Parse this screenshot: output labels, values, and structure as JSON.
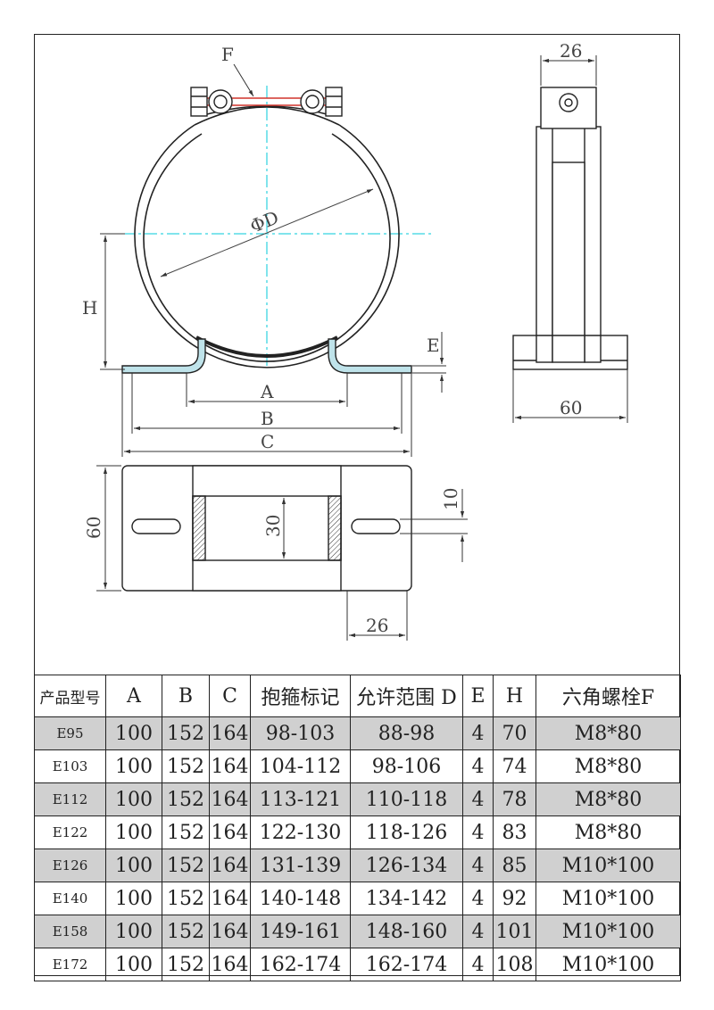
{
  "drawing": {
    "labels": {
      "F": "F",
      "phi_d": "ΦD",
      "H": "H",
      "E": "E",
      "A": "A",
      "B": "B",
      "C": "C",
      "side_top_width": "26",
      "side_bottom_width": "60",
      "plan_height": "60",
      "plan_slot_width": "30",
      "plan_hole": "10",
      "plan_flange": "26"
    }
  },
  "table": {
    "headers": [
      "产品型号",
      "A",
      "B",
      "C",
      "抱箍标记",
      "允许范围 D",
      "E",
      "H",
      "六角螺栓F"
    ],
    "rows": [
      {
        "model": "E95",
        "A": "100",
        "B": "152",
        "C": "164",
        "mark": "98-103",
        "range": "88-98",
        "E": "4",
        "H": "70",
        "F": "M8*80"
      },
      {
        "model": "E103",
        "A": "100",
        "B": "152",
        "C": "164",
        "mark": "104-112",
        "range": "98-106",
        "E": "4",
        "H": "74",
        "F": "M8*80"
      },
      {
        "model": "E112",
        "A": "100",
        "B": "152",
        "C": "164",
        "mark": "113-121",
        "range": "110-118",
        "E": "4",
        "H": "78",
        "F": "M8*80"
      },
      {
        "model": "E122",
        "A": "100",
        "B": "152",
        "C": "164",
        "mark": "122-130",
        "range": "118-126",
        "E": "4",
        "H": "83",
        "F": "M8*80"
      },
      {
        "model": "E126",
        "A": "100",
        "B": "152",
        "C": "164",
        "mark": "131-139",
        "range": "126-134",
        "E": "4",
        "H": "85",
        "F": "M10*100"
      },
      {
        "model": "E140",
        "A": "100",
        "B": "152",
        "C": "164",
        "mark": "140-148",
        "range": "134-142",
        "E": "4",
        "H": "92",
        "F": "M10*100"
      },
      {
        "model": "E158",
        "A": "100",
        "B": "152",
        "C": "164",
        "mark": "149-161",
        "range": "148-160",
        "E": "4",
        "H": "101",
        "F": "M10*100"
      },
      {
        "model": "E172",
        "A": "100",
        "B": "152",
        "C": "164",
        "mark": "162-174",
        "range": "162-174",
        "E": "4",
        "H": "108",
        "F": "M10*100"
      }
    ]
  },
  "colors": {
    "line": "#222222",
    "centerline": "#00c8d8",
    "flange_fill": "#bfe3ea",
    "row_shade": "#d0d0d0",
    "bolt_accent": "#d0342c"
  }
}
